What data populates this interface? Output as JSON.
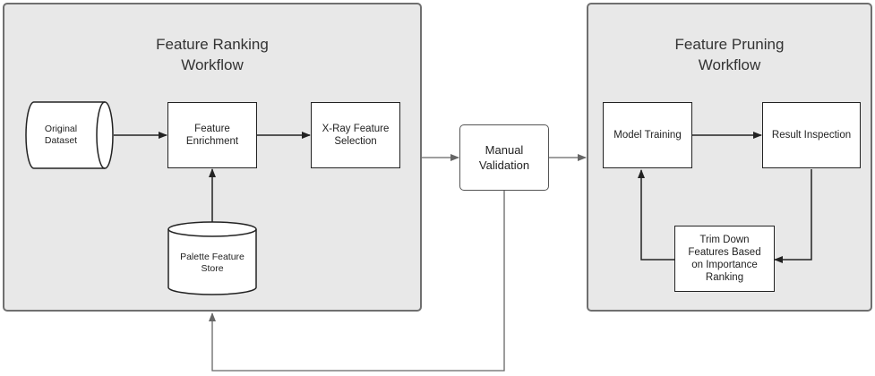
{
  "ranking_workflow": {
    "title": "Feature Ranking\nWorkflow",
    "original_dataset": "Original\nDataset",
    "feature_enrichment": "Feature\nEnrichment",
    "xray_selection": "X-Ray Feature\nSelection",
    "palette_store": "Palette Feature\nStore"
  },
  "manual_validation": "Manual\nValidation",
  "pruning_workflow": {
    "title": "Feature Pruning\nWorkflow",
    "model_training": "Model Training",
    "result_inspection": "Result Inspection",
    "trim_down": "Trim Down\nFeatures Based\non Importance\nRanking"
  }
}
